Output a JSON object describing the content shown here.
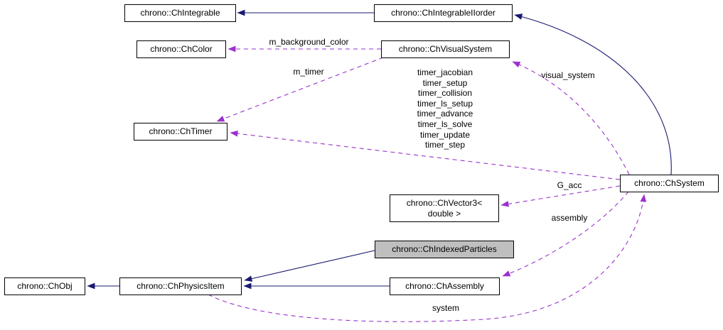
{
  "diagram": {
    "current_class": "chrono::ChIndexedParticles",
    "nodes": {
      "ChIntegrable": "chrono::ChIntegrable",
      "ChIntegrableIIorder": "chrono::ChIntegrableIIorder",
      "ChColor": "chrono::ChColor",
      "ChVisualSystem": "chrono::ChVisualSystem",
      "ChTimer": "chrono::ChTimer",
      "ChSystem": "chrono::ChSystem",
      "ChVector3": "chrono::ChVector3<\ndouble >",
      "ChIndexedParticles": "chrono::ChIndexedParticles",
      "ChObj": "chrono::ChObj",
      "ChPhysicsItem": "chrono::ChPhysicsItem",
      "ChAssembly": "chrono::ChAssembly"
    },
    "edge_labels": {
      "m_background_color": "m_background_color",
      "m_timer": "m_timer",
      "visual_system": "visual_system",
      "timers": "timer_jacobian\ntimer_setup\ntimer_collision\ntimer_ls_setup\ntimer_advance\ntimer_ls_solve\ntimer_update\ntimer_step",
      "G_acc": "G_acc",
      "assembly": "assembly",
      "system": "system"
    },
    "colors": {
      "inheritance": "#191970",
      "usage": "#9a32cd",
      "highlight_fill": "#bfbfbf",
      "node_border": "#000000",
      "text": "#000000",
      "background": "#ffffff"
    }
  }
}
